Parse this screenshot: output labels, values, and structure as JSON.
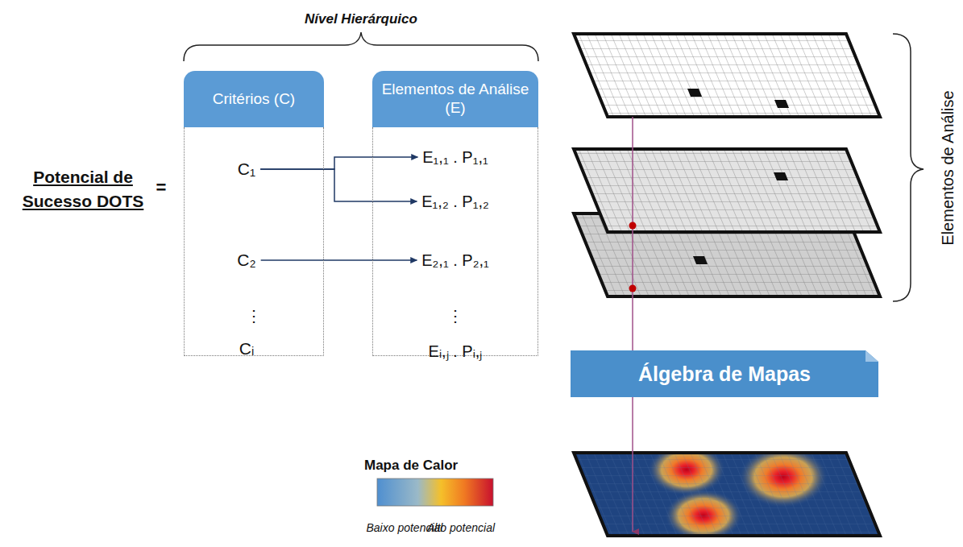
{
  "diagram": {
    "nodes": [
      {
        "text": [
          "Critérios (C)"
        ]
      },
      {
        "text": [
          "C₁"
        ],
        "in": 0
      },
      {
        "text": [
          "C₂"
        ],
        "in": 0
      },
      {
        "text": [
          "Cᵢ"
        ],
        "in": 0
      },
      {
        "text": [
          "Elementos de Análise (E)"
        ]
      },
      {
        "text": [
          "E₁,₁ . P₁,₁"
        ],
        "in": 4
      },
      {
        "text": [
          "E₁,₂ . P₁,₂"
        ],
        "in": 4
      },
      {
        "text": [
          "E₂,₁ . P₂,₁"
        ],
        "in": 4
      },
      {
        "text": [
          "Eᵢ,ⱼ . Pᵢ,ⱼ"
        ],
        "in": 4
      },
      {
        "text": [
          "Álgebra de Mapas"
        ]
      }
    ],
    "edges": [
      {
        "from": 1,
        "to": 5,
        "arrow": "to"
      },
      {
        "from": 1,
        "to": 6,
        "arrow": "to"
      },
      {
        "from": 2,
        "to": 7,
        "arrow": "to"
      }
    ],
    "labels": [
      "Nível Hierárquico",
      "Potencial de Sucesso DOTS",
      "=",
      "⋮",
      "⋮",
      "Elementos de Análise",
      "Mapa de Calor",
      "Baixo potencial",
      "Alto potencial"
    ]
  }
}
